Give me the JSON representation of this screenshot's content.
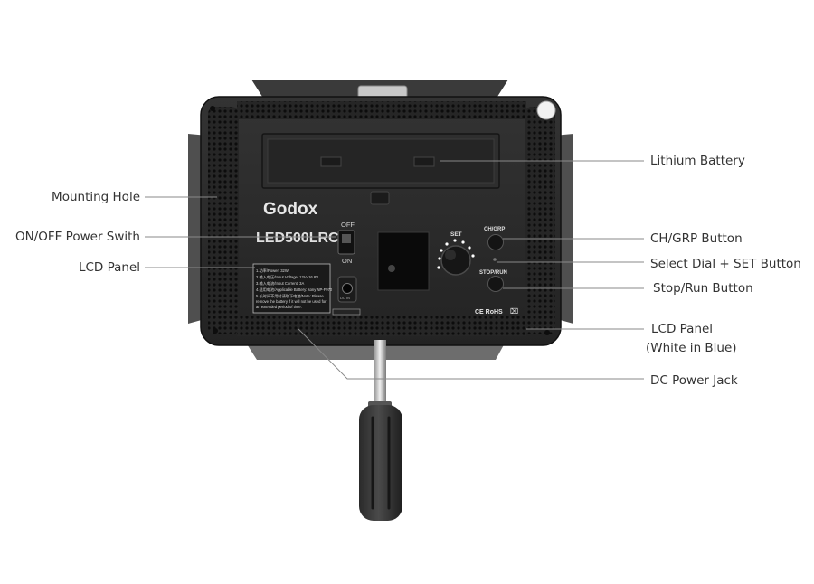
{
  "device": {
    "brand": "Godox",
    "model": "LED500LRC",
    "switch_top": "OFF",
    "switch_bottom": "ON",
    "dial_label": "SET",
    "button_ch_grp": "CH/GRP",
    "button_stop_run": "STOP/RUN",
    "jack_label": "DC IN",
    "cert_mark": "CE RoHS",
    "spec_lines": [
      "1.功率/Power: 32W",
      "2.输入电压/Input Voltage: 12V~16.8V",
      "3.输入电流/Input Current: 3A",
      "4.适用电池/Applicable Battery: sony NP-F970",
      "5.长时间不用时请取下电池/Note: Please",
      "remove the battery if it will not be used for",
      "an extended period of time."
    ]
  },
  "callouts": {
    "lithium_battery": "Lithium Battery",
    "mounting_hole": "Mounting Hole",
    "on_off_switch": "ON/OFF Power Swith",
    "lcd_panel_left": "LCD Panel",
    "ch_grp_button": "CH/GRP Button",
    "select_dial": "Select Dial + SET Button",
    "stop_run_button": "Stop/Run Button",
    "lcd_panel_right_line1": "LCD Panel",
    "lcd_panel_right_line2": "(White in Blue)",
    "dc_power_jack": "DC Power Jack"
  },
  "colors": {
    "body": "#2b2b2b",
    "body_edge": "#1a1a1a",
    "barn_door": "#4a4a4a",
    "leader_line": "#888888",
    "label_text": "#333333"
  }
}
